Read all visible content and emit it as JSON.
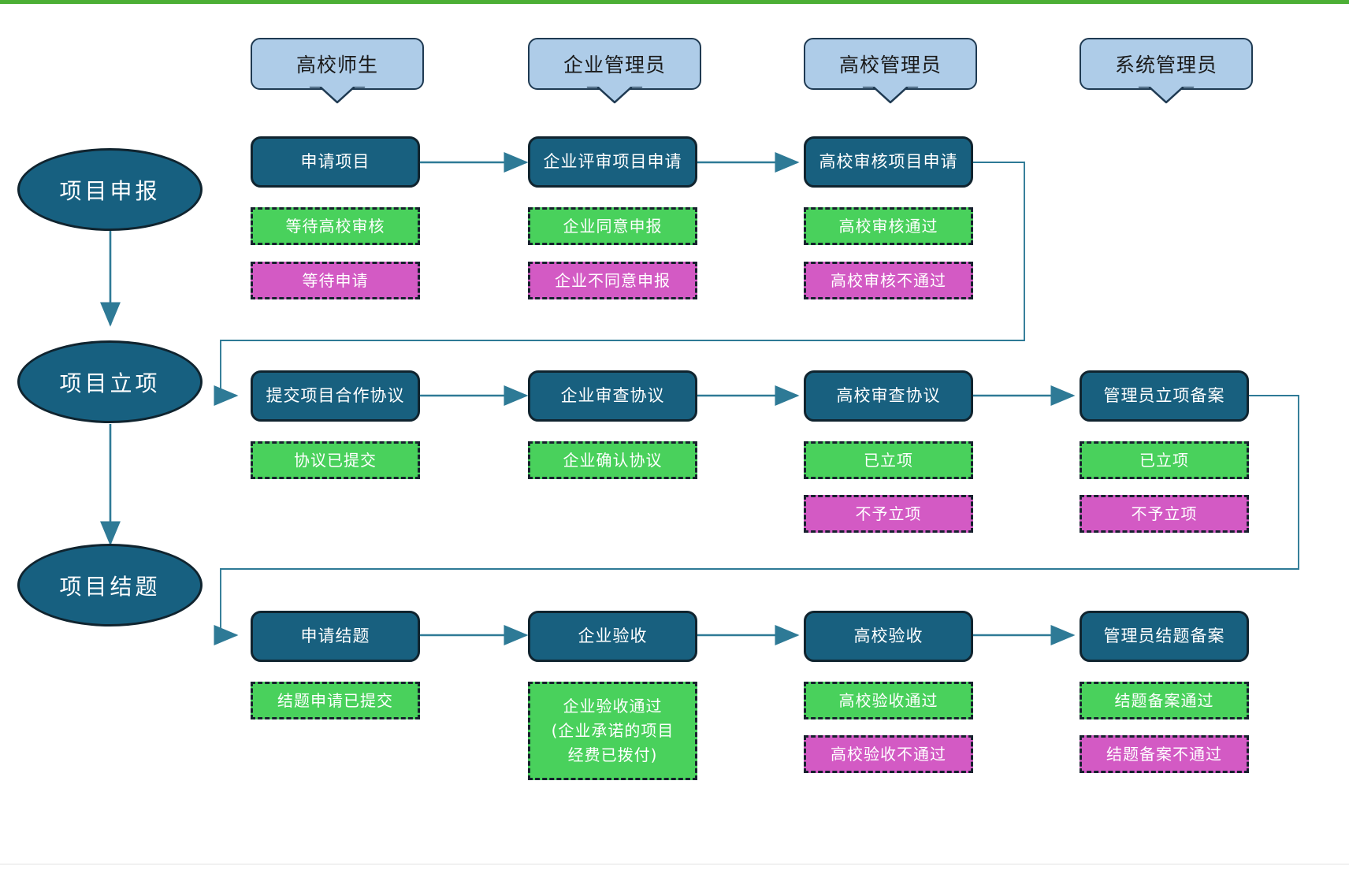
{
  "theme": {
    "top_accent": "#4CAF35",
    "actor_fill": "#AECCE8",
    "node_fill": "#18607F",
    "stage_fill": "#176080",
    "status_ok": "#49D15C",
    "status_no": "#D35AC4",
    "line": "#2E7A96",
    "border_dark": "#10242f"
  },
  "actors": [
    {
      "label": "高校师生"
    },
    {
      "label": "企业管理员"
    },
    {
      "label": "高校管理员"
    },
    {
      "label": "系统管理员"
    }
  ],
  "stages": [
    {
      "label": "项目申报"
    },
    {
      "label": "项目立项"
    },
    {
      "label": "项目结题"
    }
  ],
  "rows": [
    {
      "stage": "项目申报",
      "nodes": [
        {
          "title": "申请项目",
          "ok": "等待高校审核",
          "no": "等待申请"
        },
        {
          "title": "企业评审项目申请",
          "ok": "企业同意申报",
          "no": "企业不同意申报"
        },
        {
          "title": "高校审核项目申请",
          "ok": "高校审核通过",
          "no": "高校审核不通过"
        }
      ]
    },
    {
      "stage": "项目立项",
      "nodes": [
        {
          "title": "提交项目合作协议",
          "ok": "协议已提交",
          "no": ""
        },
        {
          "title": "企业审查协议",
          "ok": "企业确认协议",
          "no": ""
        },
        {
          "title": "高校审查协议",
          "ok": "已立项",
          "no": "不予立项"
        },
        {
          "title": "管理员立项备案",
          "ok": "已立项",
          "no": "不予立项"
        }
      ]
    },
    {
      "stage": "项目结题",
      "nodes": [
        {
          "title": "申请结题",
          "ok": "结题申请已提交",
          "no": ""
        },
        {
          "title": "企业验收",
          "ok": "企业验收通过\n(企业承诺的项目\n经费已拨付)",
          "no": ""
        },
        {
          "title": "高校验收",
          "ok": "高校验收通过",
          "no": "高校验收不通过"
        },
        {
          "title": "管理员结题备案",
          "ok": "结题备案通过",
          "no": "结题备案不通过"
        }
      ]
    }
  ]
}
